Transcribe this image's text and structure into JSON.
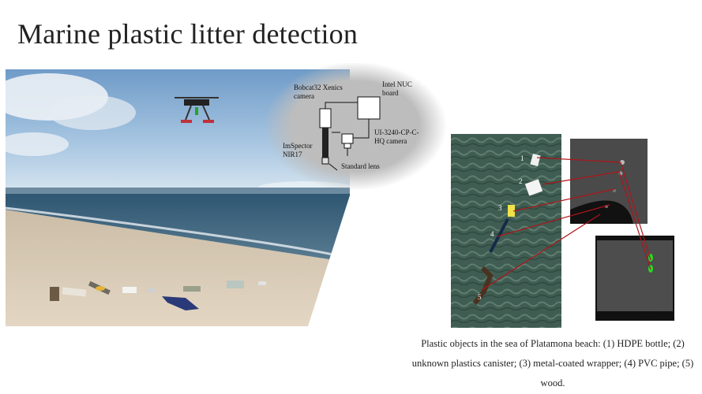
{
  "slide": {
    "title": "Marine plastic litter detection"
  },
  "schematic": {
    "labels": {
      "bobcat": "Bobcat32 Xenics camera",
      "intel": "Intel NUC board",
      "ui_cam": "UI-3240-CP-C-HQ camera",
      "imspector": "ImSpector NIR17",
      "lens": "Standard lens"
    }
  },
  "sea_markers": [
    "1",
    "2",
    "3",
    "4",
    "5"
  ],
  "caption": "Plastic objects in the sea of Platamona beach: (1) HDPE bottle; (2) unknown plastics canister; (3) metal-coated wrapper; (4) PVC pipe; (5) wood.",
  "colors": {
    "sky_top": "#7aa3cc",
    "sea": "#3d5f7a",
    "sand": "#d7c8b2",
    "schematic_bg": "#bdbdbd",
    "sea_image": "#3e5a50",
    "thermal_bg": "#4a4a4a",
    "link_lines": "#b0141a",
    "highlight": "#22dd22"
  }
}
